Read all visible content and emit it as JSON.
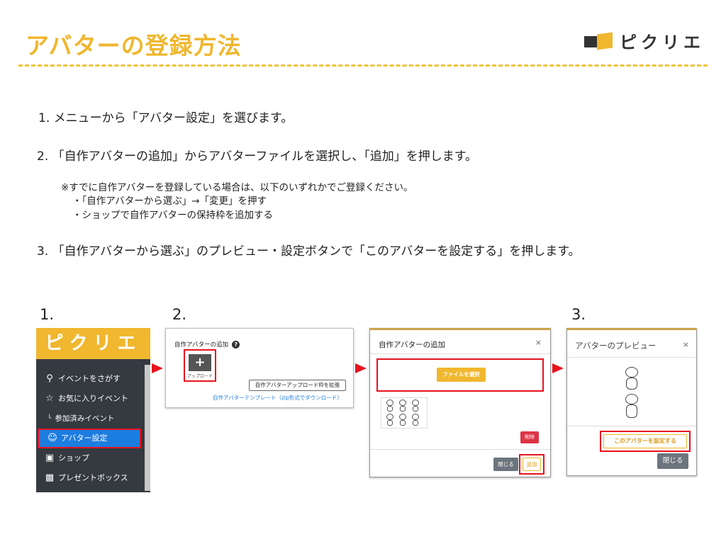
{
  "header": {
    "title": "アバターの登録方法",
    "brand": "ピクリエ"
  },
  "steps": {
    "step1": "1. メニューから「アバター設定」を選びます。",
    "step2": "2. 「自作アバターの追加」からアバターファイルを選択し、「追加」を押します。",
    "note_main": "※すでに自作アバターを登録している場合は、以下のいずれかでご登録ください。",
    "note_item1": "・「自作アバターから選ぶ」→「変更」を押す",
    "note_item2": "・ショップで自作アバターの保持枠を追加する",
    "step3": "3. 「自作アバターから選ぶ」のプレビュー・設定ボタンで「このアバターを設定する」を押します。"
  },
  "figure_labels": {
    "label1": "1.",
    "label2": "2.",
    "label3": "3."
  },
  "panel1": {
    "logo": "ピクリエ",
    "items": [
      {
        "label": "イベントをさがす",
        "icon": "search-icon"
      },
      {
        "label": "お気に入りイベント",
        "icon": "star-icon"
      },
      {
        "label": "参加済みイベント",
        "icon": "corner-arrow-icon"
      },
      {
        "label": "アバター設定",
        "icon": "user-icon"
      },
      {
        "label": "ショップ",
        "icon": "cart-icon"
      },
      {
        "label": "プレゼントボックス",
        "icon": "gift-icon"
      }
    ],
    "active_color": "#1c7de0"
  },
  "panel2": {
    "label": "自作アバターの追加",
    "plus": "+",
    "upload_label": "アップロード",
    "expand_button": "自作アバターアップロード枠を拡張",
    "template_link": "自作アバターテンプレート（zip形式でダウンロード）"
  },
  "panel3": {
    "title": "自作アバターの追加",
    "close": "×",
    "file_button": "ファイルを選択",
    "delete_button": "削除",
    "close_button": "閉じる",
    "add_button": "追加"
  },
  "panel4": {
    "title": "アバターのプレビュー",
    "close": "×",
    "set_button": "このアバターを設定する",
    "close_button": "閉じる"
  },
  "colors": {
    "accent": "#f0b72f",
    "highlight": "#e8121e",
    "sidebar": "#343a40"
  }
}
